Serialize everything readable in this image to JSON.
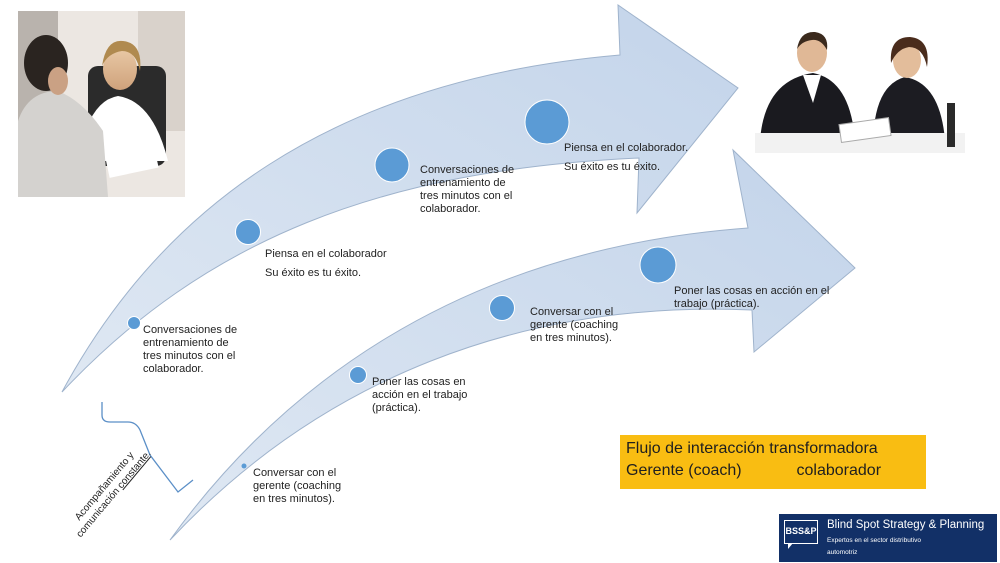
{
  "upper_arrow": {
    "steps": [
      {
        "lines": [
          "Conversaciones de",
          "entrenamiento de",
          "tres minutos con el",
          "colaborador."
        ]
      },
      {
        "lines": [
          "Piensa en el colaborador",
          "Su éxito es tu éxito."
        ]
      },
      {
        "lines": [
          "Conversaciones de",
          "entrenamiento de",
          "tres minutos con el",
          "colaborador."
        ]
      },
      {
        "lines": [
          "Piensa en el colaborador.",
          "Su éxito es tu éxito."
        ]
      }
    ]
  },
  "lower_arrow": {
    "steps": [
      {
        "lines": [
          "Conversar con el",
          "gerente (coaching",
          "en tres minutos)."
        ]
      },
      {
        "lines": [
          "Poner las cosas en",
          "acción en el trabajo",
          "(práctica)."
        ]
      },
      {
        "lines": [
          "Conversar con el",
          "gerente (coaching",
          "en tres minutos)."
        ]
      },
      {
        "lines": [
          "Poner las cosas en acción en el",
          "trabajo (práctica)."
        ]
      }
    ]
  },
  "bracket": {
    "line1": "Acompañamiento y",
    "line2_prefix": "comunicación ",
    "line2_emphasis": "constante",
    "line2_suffix": "."
  },
  "legend": {
    "line1": "Flujo de interacción transformadora",
    "left": "Gerente (coach)",
    "right": "colaborador"
  },
  "logo": {
    "mark": "BSS&P",
    "name": "Blind Spot Strategy & Planning",
    "tagline1": "Expertos en el sector distributivo",
    "tagline2": "automotriz"
  },
  "colors": {
    "arrow_fill": "#cfdcec",
    "dot_fill": "#5b9bd5",
    "legend_bg": "#f9bd12",
    "logo_bg": "#123067"
  }
}
